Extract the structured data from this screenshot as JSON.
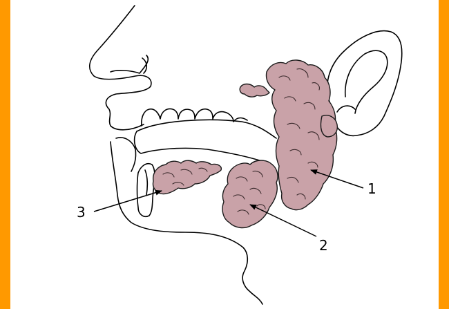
{
  "labels": [
    {
      "id": "parotid",
      "number": "1"
    },
    {
      "id": "submandibular",
      "number": "2"
    },
    {
      "id": "sublingual",
      "number": "3"
    }
  ],
  "colors": {
    "border": "#FF9900",
    "background": "#FFFFFF",
    "gland_fill": "#C9A2A8",
    "outline": "#000000"
  }
}
